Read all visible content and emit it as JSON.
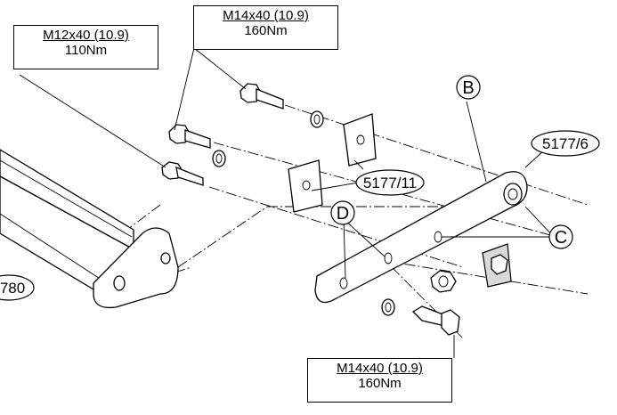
{
  "callouts": {
    "bolt_m12": {
      "spec": "M12x40 (10.9)",
      "torque": "110Nm"
    },
    "bolt_m14_top": {
      "spec": "M14x40 (10.9)",
      "torque": "160Nm"
    },
    "bolt_m14_bottom": {
      "spec": "M14x40 (10.9)",
      "torque": "160Nm"
    }
  },
  "labels": {
    "B": "B",
    "C": "C",
    "D": "D",
    "part_5177_6": "5177/6",
    "part_5177_11": "5177/11",
    "part_780": "780"
  },
  "colors": {
    "line": "#000000",
    "background": "#ffffff",
    "shade": "#d9d9d9"
  }
}
